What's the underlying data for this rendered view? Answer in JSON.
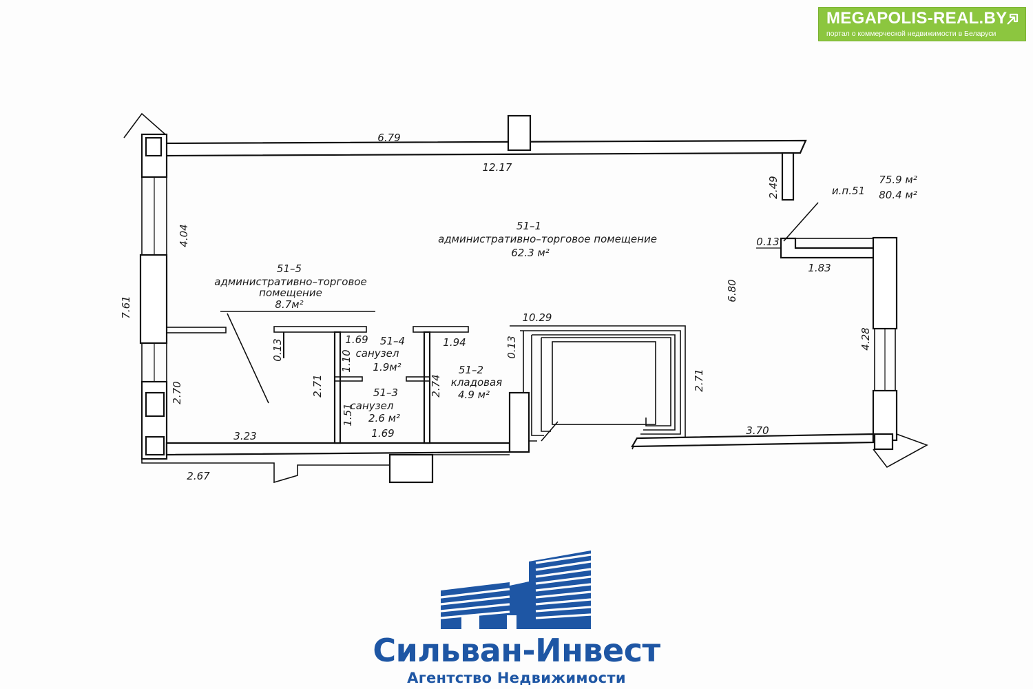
{
  "badge": {
    "site": "MEGAPOLIS-REAL.BY",
    "tagline": "портал о коммерческой недвижимости в Беларуси",
    "color": "#8cc63f",
    "icon": "arrow-icon"
  },
  "plan": {
    "unit_label": "и.п.51",
    "area_total_1": "75.9 м²",
    "area_total_2": "80.4 м²",
    "rooms": [
      {
        "id": "51–1",
        "name": "административно–торговое помещение",
        "area": "62.3 м²"
      },
      {
        "id": "51–2",
        "name": "кладовая",
        "area": "4.9 м²"
      },
      {
        "id": "51–3",
        "name": "санузел",
        "area": "2.6 м²"
      },
      {
        "id": "51–4",
        "name": "санузел",
        "area": "1.9м²"
      },
      {
        "id": "51–5",
        "name_line1": "административно–торговое",
        "name_line2": "помещение",
        "area": "8.7м²"
      }
    ],
    "dims": {
      "top_679": "6.79",
      "top_1217": "12.17",
      "right_249": "2.49",
      "left_404": "4.04",
      "left_761": "7.61",
      "left_270": "2.70",
      "right_013": "0.13",
      "right_183": "1.83",
      "center_680": "6.80",
      "right_428": "4.28",
      "center_1029": "10.29",
      "center_271": "2.71",
      "bottom_370": "3.70",
      "bottom_323": "3.23",
      "bottom_267": "2.67",
      "wc_169a": "1.69",
      "wc_169b": "1.69",
      "wc_110": "1.10",
      "wc_151": "1.51",
      "wc_271": "2.71",
      "wc_274": "2.74",
      "wc_013": "0.13",
      "st_194": "1.94",
      "st_013": "0.13"
    }
  },
  "agency": {
    "name": "Сильван-Инвест",
    "subtitle": "Агентство Недвижимости",
    "color": "#1e56a4"
  }
}
